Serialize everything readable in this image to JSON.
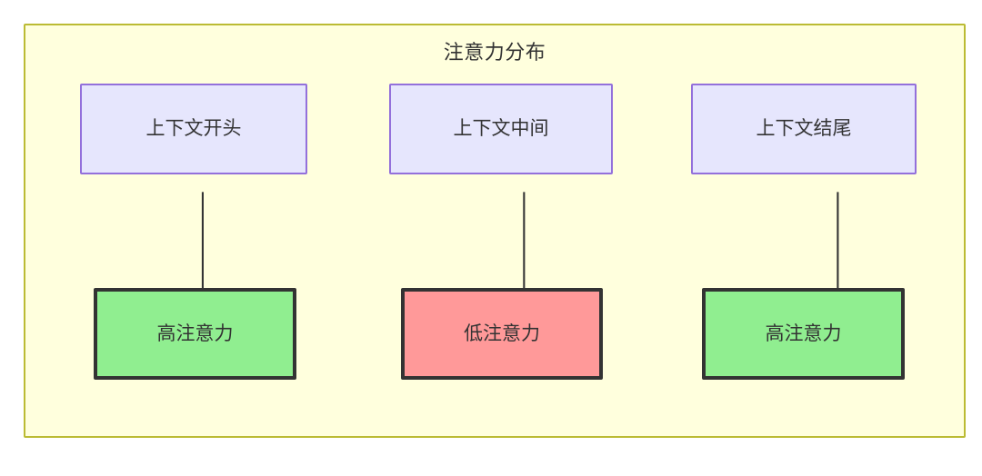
{
  "diagram": {
    "title": "注意力分布",
    "container": {
      "background_color": "#ffffdd",
      "border_color": "#bbbb33"
    },
    "palette": {
      "source_fill": "#e6e6fd",
      "source_border": "#9370db",
      "high_attention_fill": "#90ee90",
      "low_attention_fill": "#ff9999",
      "outcome_border": "#333333",
      "edge_color": "#333333",
      "text_color": "#333333"
    },
    "columns": [
      {
        "source": {
          "label": "上下文开头"
        },
        "outcome": {
          "label": "高注意力",
          "level": "high"
        },
        "edge": {
          "label": ""
        }
      },
      {
        "source": {
          "label": "上下文中间"
        },
        "outcome": {
          "label": "低注意力",
          "level": "low"
        },
        "edge": {
          "label": ""
        }
      },
      {
        "source": {
          "label": "上下文结尾"
        },
        "outcome": {
          "label": "高注意力",
          "level": "high"
        },
        "edge": {
          "label": ""
        }
      }
    ]
  }
}
